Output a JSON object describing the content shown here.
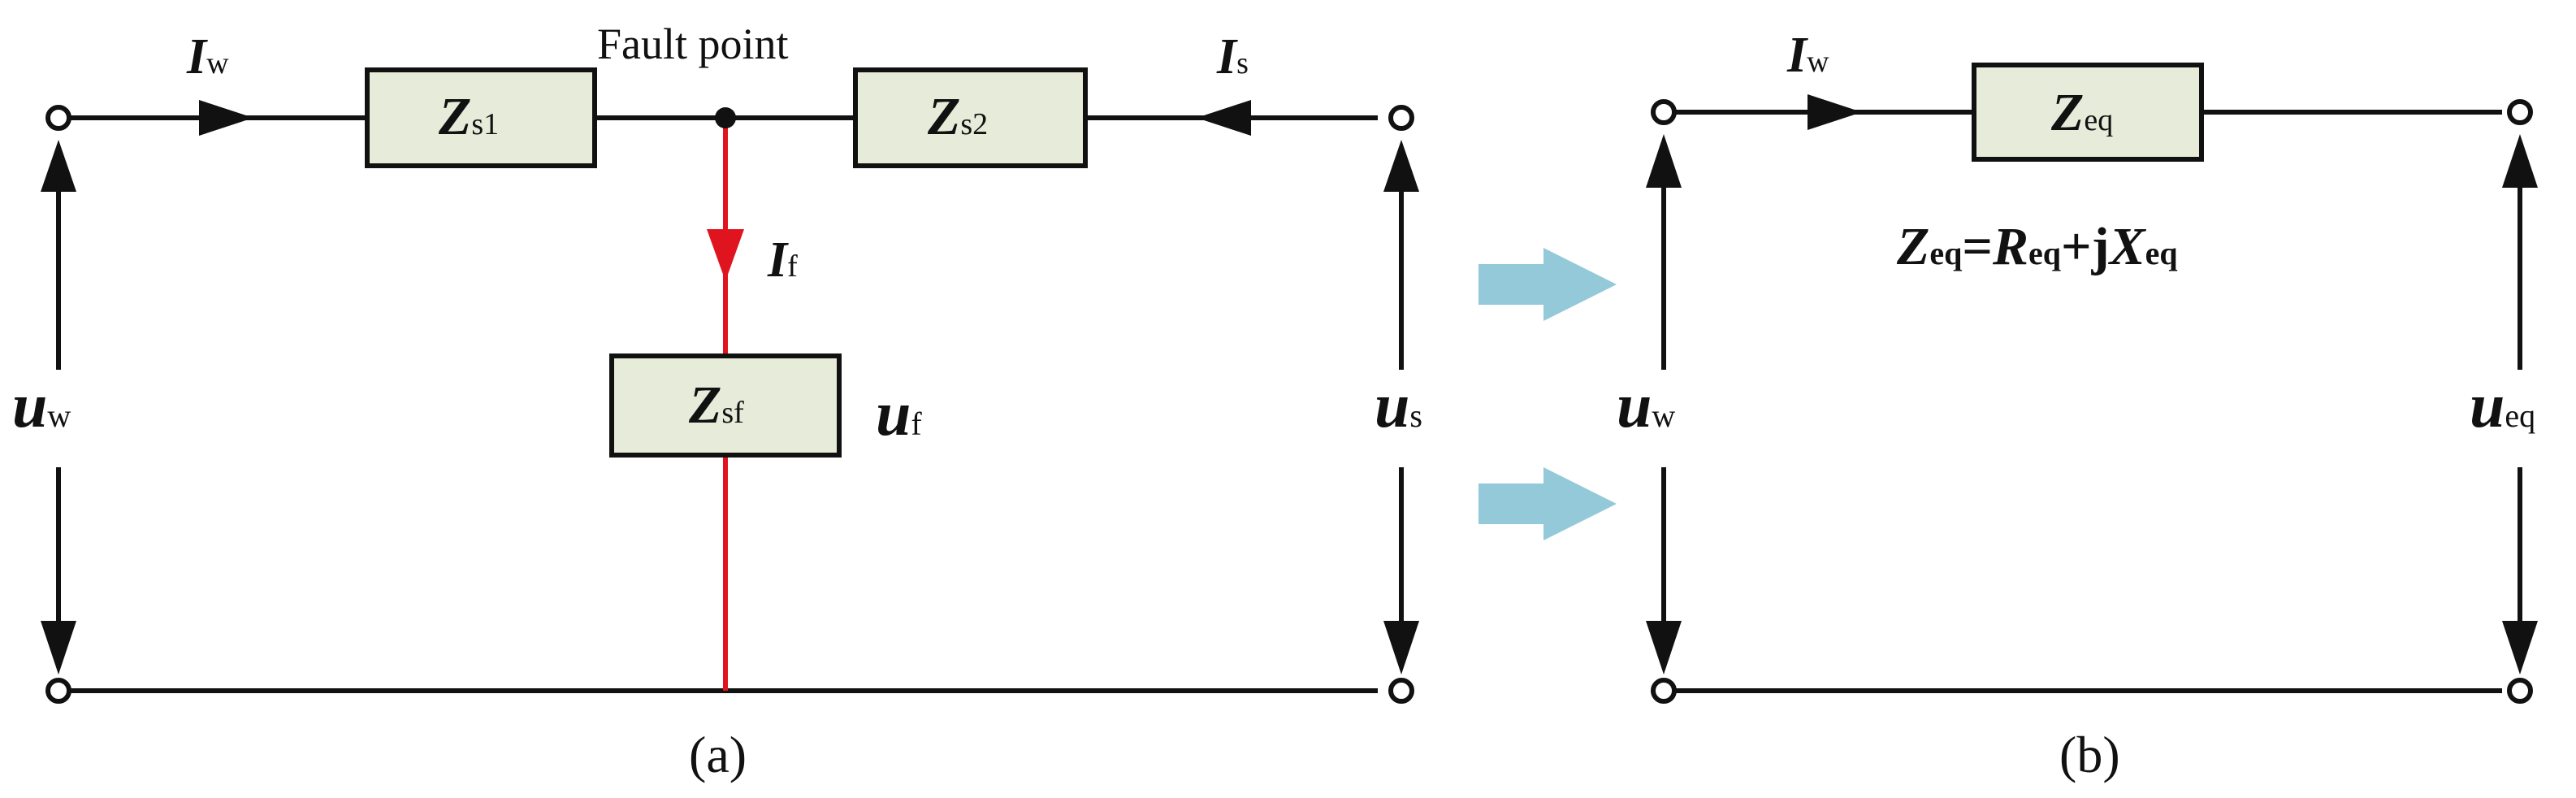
{
  "colors": {
    "wire": "#111111",
    "fault_branch": "#e0141e",
    "impedance_box": "#e6ecd9",
    "transform_arrow": "#93c9d9"
  },
  "panel_a": {
    "caption": "(a)",
    "fault_point": "Fault point",
    "Iw": {
      "main": "I",
      "sub": "w"
    },
    "Is": {
      "main": "I",
      "sub": "s"
    },
    "If": {
      "main": "I",
      "sub": "f"
    },
    "Uw": {
      "main": "u",
      "sub": "w"
    },
    "Us": {
      "main": "u",
      "sub": "s"
    },
    "Uf": {
      "main": "u",
      "sub": "f"
    },
    "Zs1": {
      "main": "Z",
      "sub": "s1"
    },
    "Zs2": {
      "main": "Z",
      "sub": "s2"
    },
    "Zsf": {
      "main": "Z",
      "sub": "sf"
    }
  },
  "panel_b": {
    "caption": "(b)",
    "Iw": {
      "main": "I",
      "sub": "w"
    },
    "Uw": {
      "main": "u",
      "sub": "w"
    },
    "Ueq": {
      "main": "u",
      "sub": "eq"
    },
    "Zeq": {
      "main": "Z",
      "sub": "eq"
    },
    "formula": {
      "z": "Z",
      "z_sub": "eq",
      "eq": "=",
      "r": "R",
      "r_sub": "eq",
      "plus": "+j",
      "x": "X",
      "x_sub": "eq"
    }
  }
}
